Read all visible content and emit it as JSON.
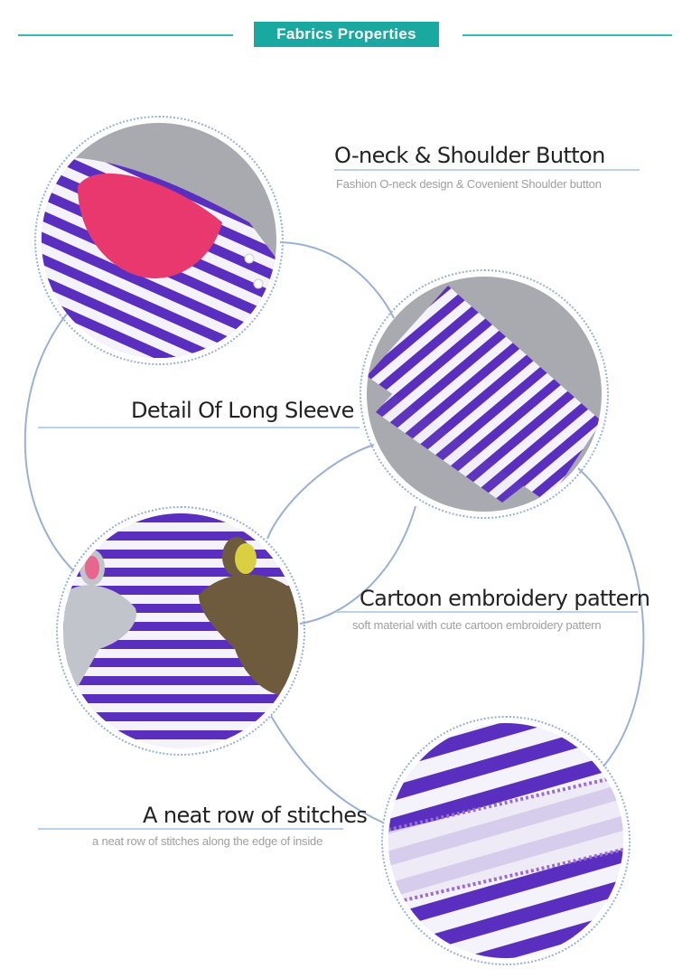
{
  "header": {
    "title": "Fabrics Properties"
  },
  "colors": {
    "accent": "#1aa9a0",
    "line": "#3ab8b8",
    "connector": "#9ab1d4",
    "stripe_purple": "#5a2fc0",
    "stripe_white": "#f4f2fa",
    "collar_pink": "#e8386e"
  },
  "features": [
    {
      "title": "O-neck & Shoulder Button",
      "subtitle": "Fashion  O-neck design & Covenient Shoulder button"
    },
    {
      "title": "Detail Of Long Sleeve"
    },
    {
      "title": "Cartoon embroidery pattern",
      "subtitle": "soft  material with cute cartoon embroidery pattern"
    },
    {
      "title": "A neat row of stitches",
      "subtitle": "a neat row of stitches along the edge of inside"
    }
  ]
}
